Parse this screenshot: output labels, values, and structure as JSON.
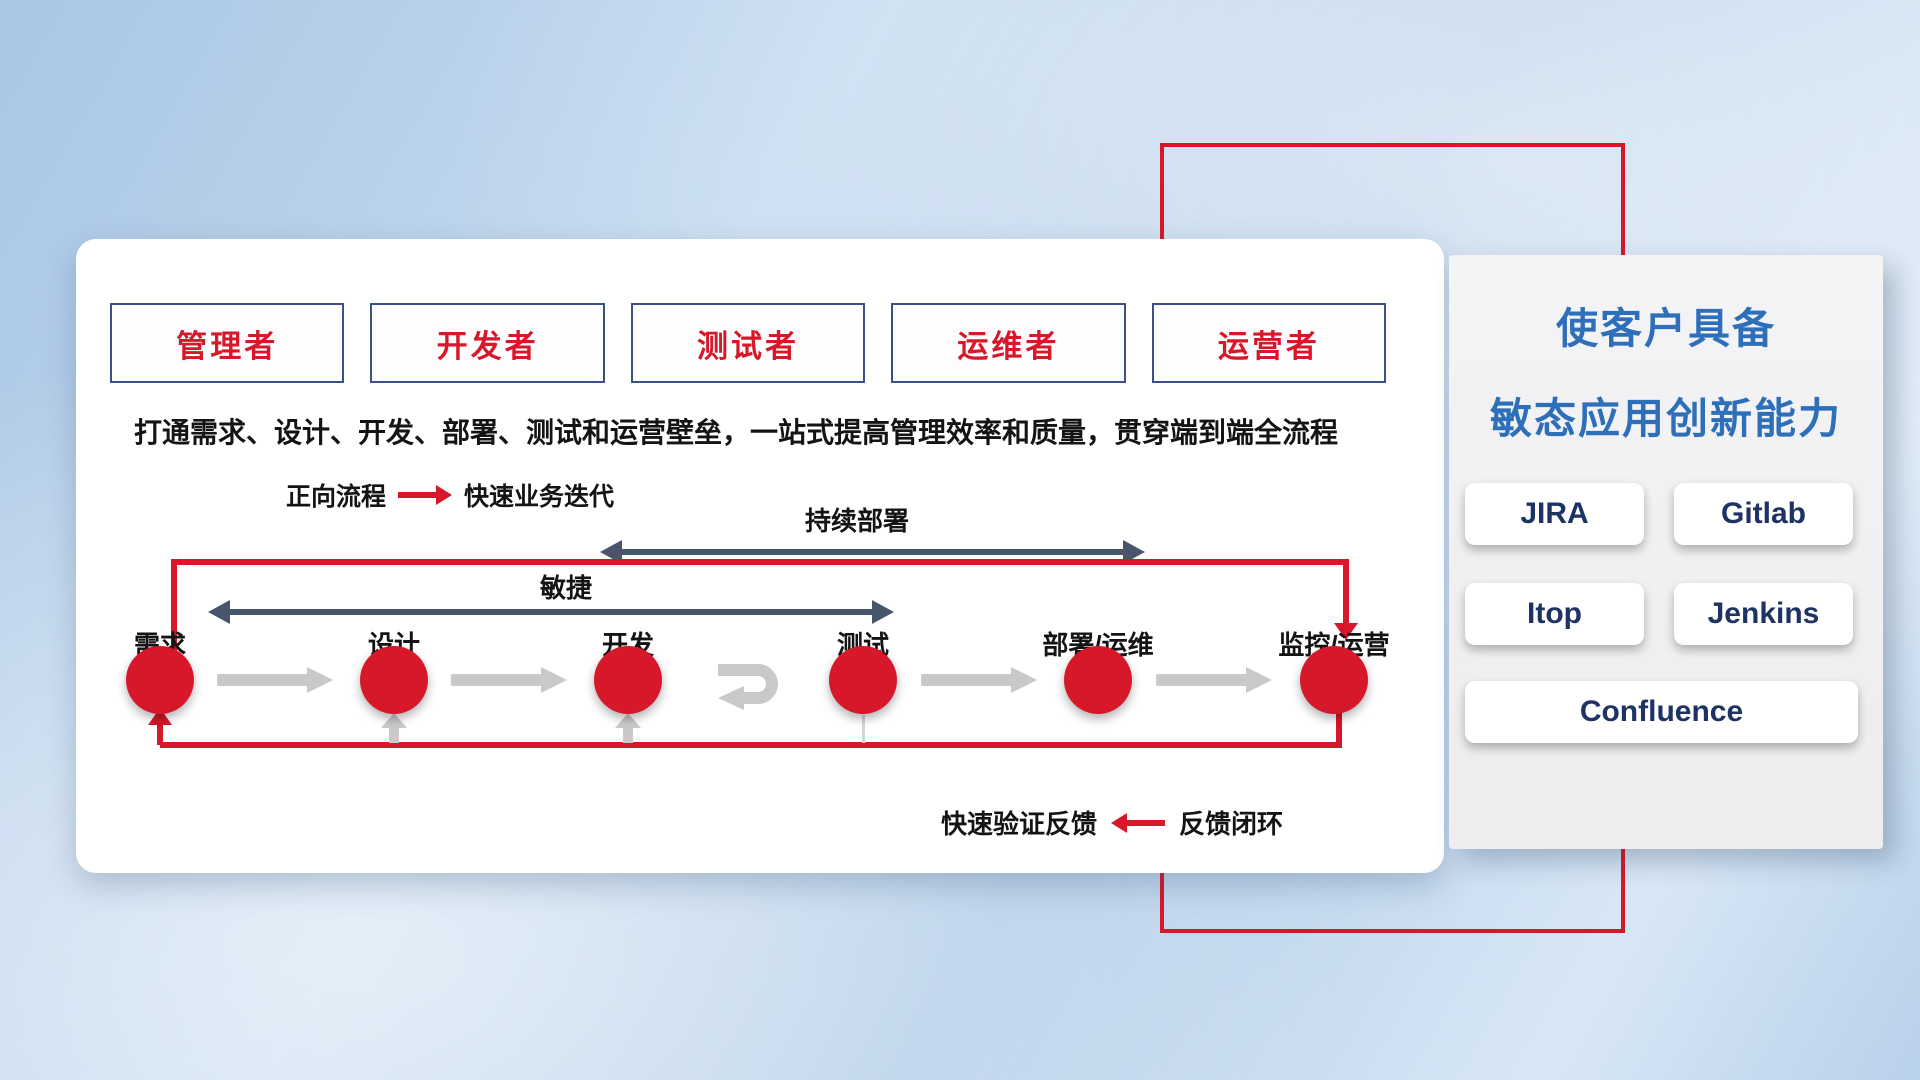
{
  "colors": {
    "accent_red": "#d7182a",
    "dark_arrow": "#47566b",
    "gray_arrow": "#c9c9c9",
    "title_blue": "#2e6fba",
    "tool_text_navy": "#1e3264",
    "role_box_border": "#39508c"
  },
  "main_panel": {
    "roles": [
      "管理者",
      "开发者",
      "测试者",
      "运维者",
      "运营者"
    ],
    "subtitle": "打通需求、设计、开发、部署、测试和运营壁垒，一站式提高管理效率和质量，贯穿端到端全流程",
    "forward_legend": {
      "label": "正向流程",
      "desc": "快速业务迭代"
    },
    "continuous_deploy_label": "持续部署",
    "agile_label": "敏捷",
    "stages": [
      "需求",
      "设计",
      "开发",
      "测试",
      "部署/运维",
      "监控/运营"
    ],
    "feedback_legend": {
      "desc": "快速验证反馈",
      "label": "反馈闭环"
    }
  },
  "side_panel": {
    "title_line1": "使客户具备",
    "title_line2": "敏态应用创新能力",
    "tools": [
      "JIRA",
      "Gitlab",
      "Itop",
      "Jenkins",
      "Confluence"
    ]
  }
}
